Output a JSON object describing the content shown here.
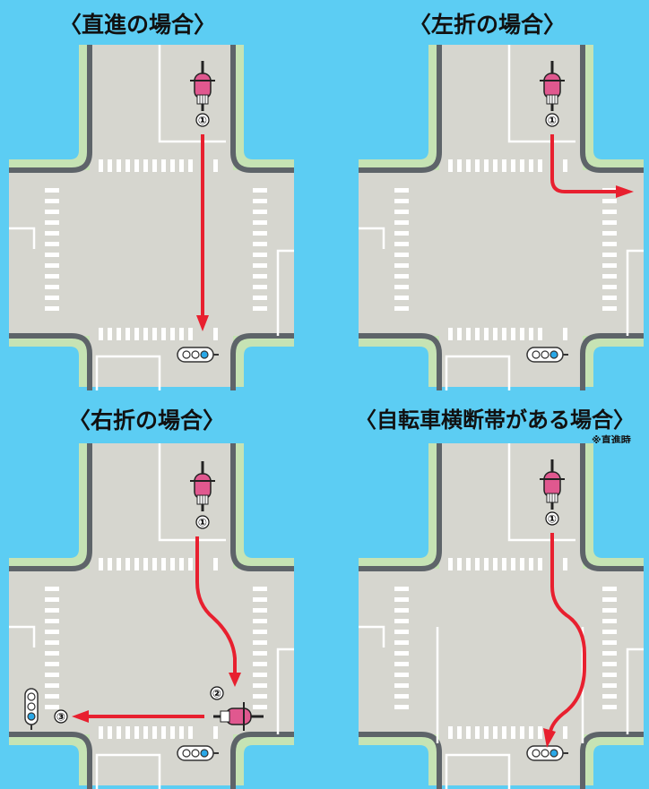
{
  "panels": [
    {
      "title": "〈直進の場合〉",
      "steps": [
        "①"
      ]
    },
    {
      "title": "〈左折の場合〉",
      "steps": [
        "①"
      ]
    },
    {
      "title": "〈右折の場合〉",
      "steps": [
        "①",
        "②",
        "③"
      ]
    },
    {
      "title": "〈自転車横断帯がある場合〉",
      "note": "※直進時",
      "steps": [
        "①"
      ]
    }
  ],
  "colors": {
    "background": "#5ccdf3",
    "road": "#d6d6cf",
    "sidewalk": "#c6e3b4",
    "curb": "#5e6469",
    "path_arrow": "#e8202f",
    "rider": "#e0588f"
  },
  "icons": [
    "bicycle-rider-icon",
    "traffic-signal-icon",
    "path-arrow-icon"
  ]
}
